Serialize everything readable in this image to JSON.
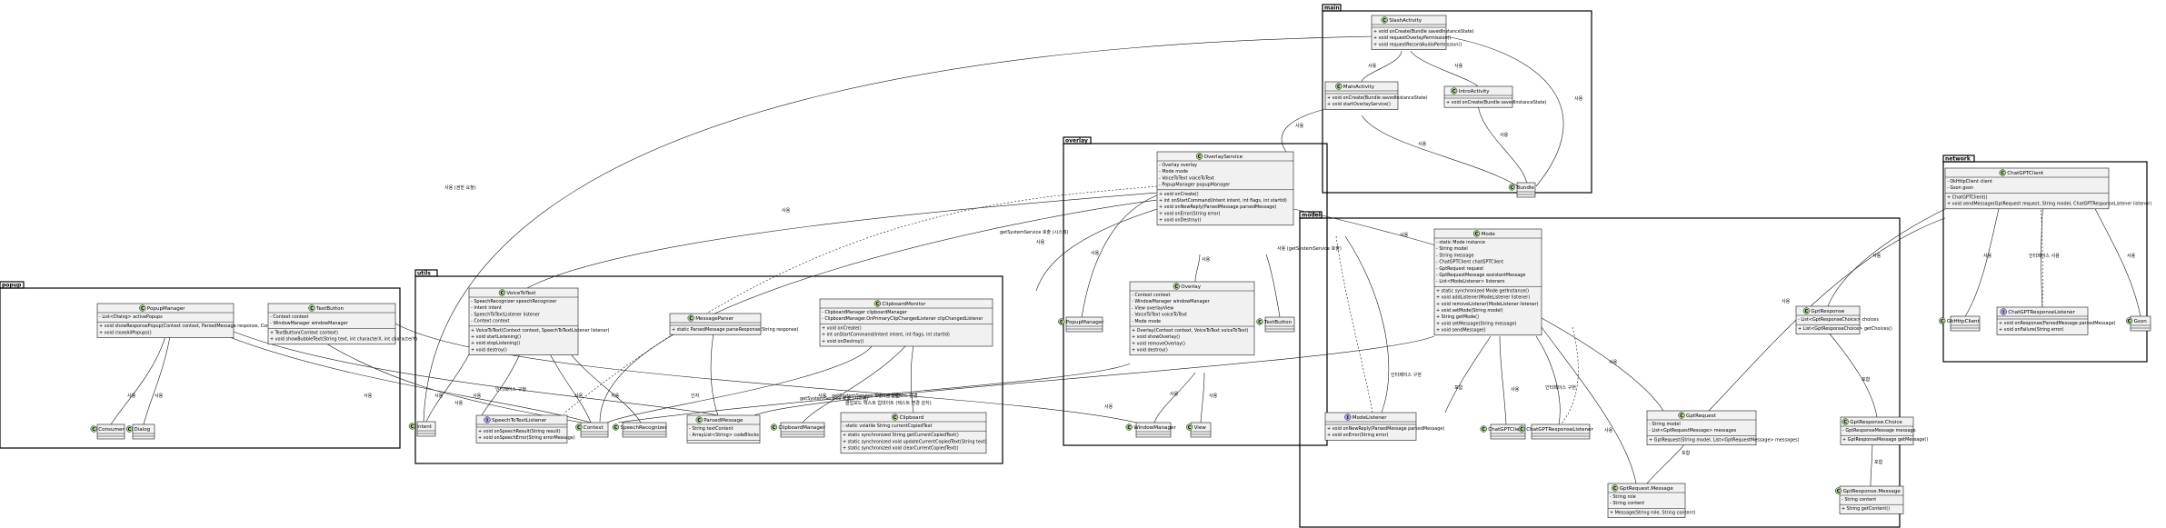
{
  "packages": [
    {
      "id": "main",
      "name": "main"
    },
    {
      "id": "overlay",
      "name": "overlay"
    },
    {
      "id": "network",
      "name": "network"
    },
    {
      "id": "model",
      "name": "model"
    },
    {
      "id": "utils",
      "name": "utils"
    },
    {
      "id": "popup",
      "name": "popup"
    }
  ],
  "classes": [
    {
      "id": "SlashActivity",
      "name": "SlashActivity",
      "kind": "C",
      "members": [
        "+ void onCreate(Bundle savedInstanceState)",
        "+ void requestOverlayPermission()",
        "+ void requestRecordAudioPermission()"
      ]
    },
    {
      "id": "MainActivity",
      "name": "MainActivity",
      "kind": "C",
      "members": [
        "+ void onCreate(Bundle savedInstanceState)",
        "+ void startOverlayService()"
      ]
    },
    {
      "id": "IntroActivity",
      "name": "IntroActivity",
      "kind": "C",
      "members": [
        "+ void onCreate(Bundle savedInstanceState)"
      ]
    },
    {
      "id": "Bundle",
      "name": "Bundle",
      "kind": "C",
      "members": []
    },
    {
      "id": "OverlayService",
      "name": "OverlayService",
      "kind": "C",
      "fields": [
        "- Overlay overlay",
        "- Mode mode",
        "- VoiceToText voiceToText",
        "- PopupManager popupManager"
      ],
      "members": [
        "+ void onCreate()",
        "+ int onStartCommand(Intent intent, int flags, int startId)",
        "+ void onNewReply(ParsedMessage parsedMessage)",
        "+ void onError(String error)",
        "+ void onDestroy()"
      ]
    },
    {
      "id": "PopupManager_o",
      "name": "PopupManager",
      "kind": "C",
      "members": []
    },
    {
      "id": "Overlay",
      "name": "Overlay",
      "kind": "C",
      "fields": [
        "- Context context",
        "- WindowManager windowManager",
        "- View overlayView",
        "- VoiceToText voiceToText",
        "- Mode mode"
      ],
      "members": [
        "+ Overlay(Context context, VoiceToText voiceToText)",
        "+ void showOverlay()",
        "+ void removeOverlay()",
        "+ void destroy()"
      ]
    },
    {
      "id": "TextButton_o",
      "name": "TextButton",
      "kind": "C",
      "members": []
    },
    {
      "id": "WindowManager",
      "name": "WindowManager",
      "kind": "C",
      "members": []
    },
    {
      "id": "View",
      "name": "View",
      "kind": "C",
      "members": []
    },
    {
      "id": "ChatGPTClient",
      "name": "ChatGPTClient",
      "kind": "C",
      "fields": [
        "- OkHttpClient client",
        "- Gson gson"
      ],
      "members": [
        "+ ChatGPTClient()",
        "+ void sendMessage(GptRequest request, String model, ChatGPTResponseListener listener)"
      ]
    },
    {
      "id": "OkHttpClient",
      "name": "OkHttpClient",
      "kind": "C",
      "members": []
    },
    {
      "id": "ChatGPTResponseListener",
      "name": "ChatGPTResponseListener",
      "kind": "I",
      "members": [
        "+ void onResponse(ParsedMessage parsedMessage)",
        "+ void onFailure(String error)"
      ]
    },
    {
      "id": "Gson",
      "name": "Gson",
      "kind": "C",
      "members": []
    },
    {
      "id": "GptResponse",
      "name": "GptResponse",
      "kind": "C",
      "fields": [
        "- List<GptResponseChoice> choices"
      ],
      "members": [
        "+ List<GptResponseChoice> getChoices()"
      ]
    },
    {
      "id": "Mode",
      "name": "Mode",
      "kind": "C",
      "fields": [
        "- static Mode instance",
        "- String model",
        "- String message",
        "- ChatGPTClient chatGPTClient",
        "- GptRequest request",
        "- GptRequestMessage assistantMessage",
        "- List<ModeListener> listeners"
      ],
      "members": [
        "+ static synchronized Mode getInstance()",
        "+ void addListener(ModeListener listener)",
        "+ void removeListener(ModeListener listener)",
        "+ void setMode(String model)",
        "+ String getMode()",
        "+ void setMessage(String message)",
        "+ void sendMessage()"
      ]
    },
    {
      "id": "ModeListener",
      "name": "ModeListener",
      "kind": "I",
      "members": [
        "+ void onNewReply(ParsedMessage parsedMessage)",
        "+ void onError(String error)"
      ]
    },
    {
      "id": "ChatGPTClient_m",
      "name": "ChatGPTClient",
      "kind": "C",
      "members": []
    },
    {
      "id": "ChatGPTResponseListener_m",
      "name": "ChatGPTResponseListener",
      "kind": "C",
      "members": []
    },
    {
      "id": "GptRequest",
      "name": "GptRequest",
      "kind": "C",
      "fields": [
        "- String model",
        "- List<GptRequestMessage> messages"
      ],
      "members": [
        "+ GptRequest(String model, List<GptRequestMessage> messages)"
      ]
    },
    {
      "id": "GptResponseChoice",
      "name": "GptResponse.Choice",
      "kind": "C",
      "fields": [
        "- GptResponseMessage message"
      ],
      "members": [
        "+ GptResponseMessage getMessage()"
      ]
    },
    {
      "id": "GptRequestMessage",
      "name": "GptRequest.Message",
      "kind": "C",
      "fields": [
        "- String role",
        "- String content"
      ],
      "members": [
        "+ Message(String role, String content)"
      ]
    },
    {
      "id": "GptResponseMessage",
      "name": "GptResponse.Message",
      "kind": "C",
      "fields": [
        "- String content"
      ],
      "members": [
        "+ String getContent()"
      ]
    },
    {
      "id": "VoiceToText",
      "name": "VoiceToText",
      "kind": "C",
      "fields": [
        "- SpeechRecognizer speechRecognizer",
        "- Intent intent",
        "- SpeechToTextListener listener",
        "- Context context"
      ],
      "members": [
        "+ VoiceToText(Context context, SpeechToTextListener listener)",
        "+ void startListening()",
        "+ void stopListening()",
        "+ void destroy()"
      ]
    },
    {
      "id": "MessageParser",
      "name": "MessageParser",
      "kind": "C",
      "members": [
        "+ static ParsedMessage parseResponse(String response)"
      ]
    },
    {
      "id": "ClipboardMonitor",
      "name": "ClipboardMonitor",
      "kind": "C",
      "fields": [
        "- ClipboardManager clipboardManager",
        "- ClipboardManager.OnPrimaryClipChangedListener clipChangedListener"
      ],
      "members": [
        "+ void onCreate()",
        "+ int onStartCommand(Intent intent, int flags, int startId)",
        "+ void onDestroy()"
      ]
    },
    {
      "id": "Intent",
      "name": "Intent",
      "kind": "C",
      "members": []
    },
    {
      "id": "SpeechToTextListener",
      "name": "SpeechToTextListener",
      "kind": "I",
      "members": [
        "+ void onSpeechResult(String result)",
        "+ void onSpeechError(String errorMessage)"
      ]
    },
    {
      "id": "Context",
      "name": "Context",
      "kind": "C",
      "members": []
    },
    {
      "id": "SpeechRecognizer",
      "name": "SpeechRecognizer",
      "kind": "C",
      "members": []
    },
    {
      "id": "ParsedMessage",
      "name": "ParsedMessage",
      "kind": "C",
      "fields": [
        "- String textContent",
        "- ArrayList<String> codeBlocks"
      ],
      "members": []
    },
    {
      "id": "ClipboardManager",
      "name": "ClipboardManager",
      "kind": "C",
      "members": []
    },
    {
      "id": "Clipboard",
      "name": "Clipboard",
      "kind": "C",
      "fields": [
        "- static volatile String currentCopiedText"
      ],
      "members": [
        "+ static synchronized String getCurrentCopiedText()",
        "+ static synchronized void updateCurrentCopiedText(String text)",
        "+ static synchronized void clearCurrentCopiedText()"
      ]
    },
    {
      "id": "PopupManager",
      "name": "PopupManager",
      "kind": "C",
      "fields": [
        "- List<Dialog> activePopups"
      ],
      "members": [
        "+ void showResponsePopup(Context context, ParsedMessage response, Consumer onResponse)",
        "+ void closeAllPopups()"
      ]
    },
    {
      "id": "TextButton",
      "name": "TextButton",
      "kind": "C",
      "fields": [
        "- Context context",
        "- WindowManager windowManager"
      ],
      "members": [
        "+ TextButton(Context context)",
        "+ void showBubbleText(String text, int characterX, int characterY)"
      ]
    },
    {
      "id": "Consumer",
      "name": "Consumer",
      "kind": "C",
      "members": []
    },
    {
      "id": "Dialog",
      "name": "Dialog",
      "kind": "C",
      "members": []
    }
  ],
  "labels": {
    "uses": "사용",
    "contains": "포함",
    "implements": "인터페이스 구현",
    "implements_alt": "인터페이스 사용",
    "uses_open": "사용 (권한 요청)",
    "uses_getSystemService": "getSystemService 호출 (시스템)",
    "clipboard_update": "시스템 클립보드 변경",
    "uses_with_flags": "사용 (getSystemService 호출)",
    "request_listen": "클립보드 텍스트 업데이트 (텍스트 변경 감지)",
    "uses_param": "인자"
  }
}
